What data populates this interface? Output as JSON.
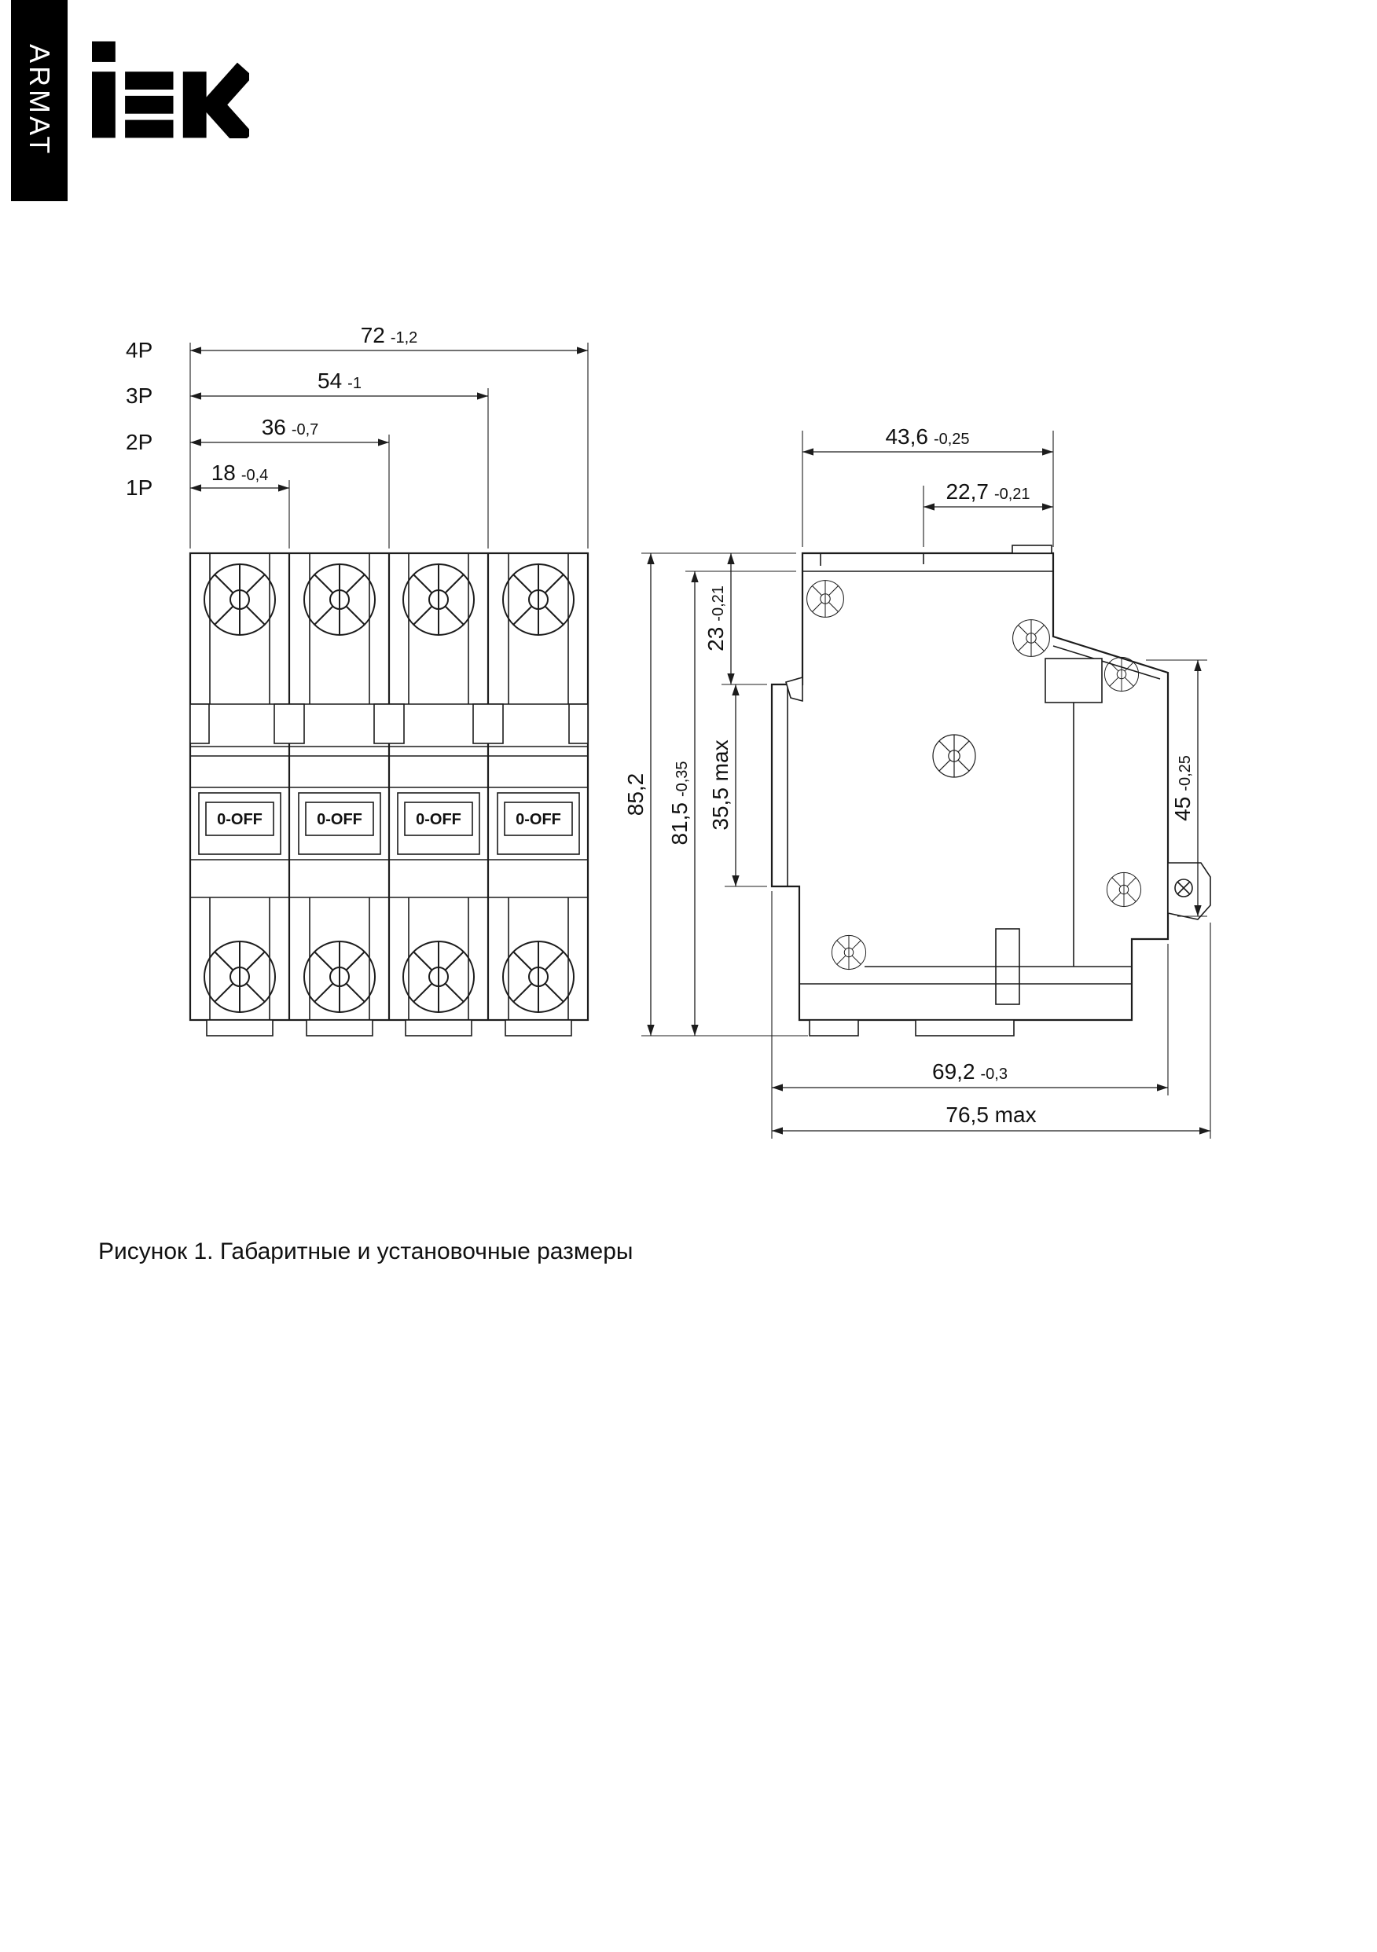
{
  "brand": {
    "vertical_label": "ARMAT",
    "logo_text": "IEK"
  },
  "caption": "Рисунок 1. Габаритные и установочные размеры",
  "front_view": {
    "toggle_label": "0-OFF",
    "pole_dims": [
      {
        "pole": "4P",
        "value": "72",
        "tol": "-1,2"
      },
      {
        "pole": "3P",
        "value": "54",
        "tol": "-1"
      },
      {
        "pole": "2P",
        "value": "36",
        "tol": "-0,7"
      },
      {
        "pole": "1P",
        "value": "18",
        "tol": "-0,4"
      }
    ]
  },
  "side_view": {
    "dims": {
      "top_width": {
        "value": "43,6",
        "tol": "-0,25"
      },
      "upper_width": {
        "value": "22,7",
        "tol": "-0,21"
      },
      "front_offset": {
        "value": "23",
        "tol": "-0,21"
      },
      "overall_height": {
        "value": "85,2"
      },
      "body_height": {
        "value": "81,5",
        "tol": "-0,35"
      },
      "front_height": {
        "value": "35,5 max"
      },
      "din_height": {
        "value": "45",
        "tol": "-0,25"
      },
      "mounting_depth": {
        "value": "69,2",
        "tol": "-0,3"
      },
      "max_depth": {
        "value": "76,5 max"
      }
    }
  }
}
